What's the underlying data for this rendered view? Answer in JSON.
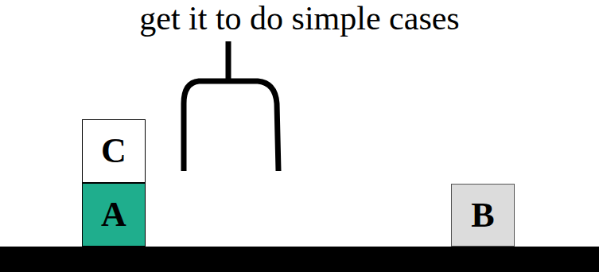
{
  "diagram": {
    "title": "get it to do simple cases",
    "nodes": [
      {
        "text": [
          "C"
        ]
      },
      {
        "text": [
          "A"
        ]
      },
      {
        "text": [
          "B"
        ]
      }
    ]
  }
}
